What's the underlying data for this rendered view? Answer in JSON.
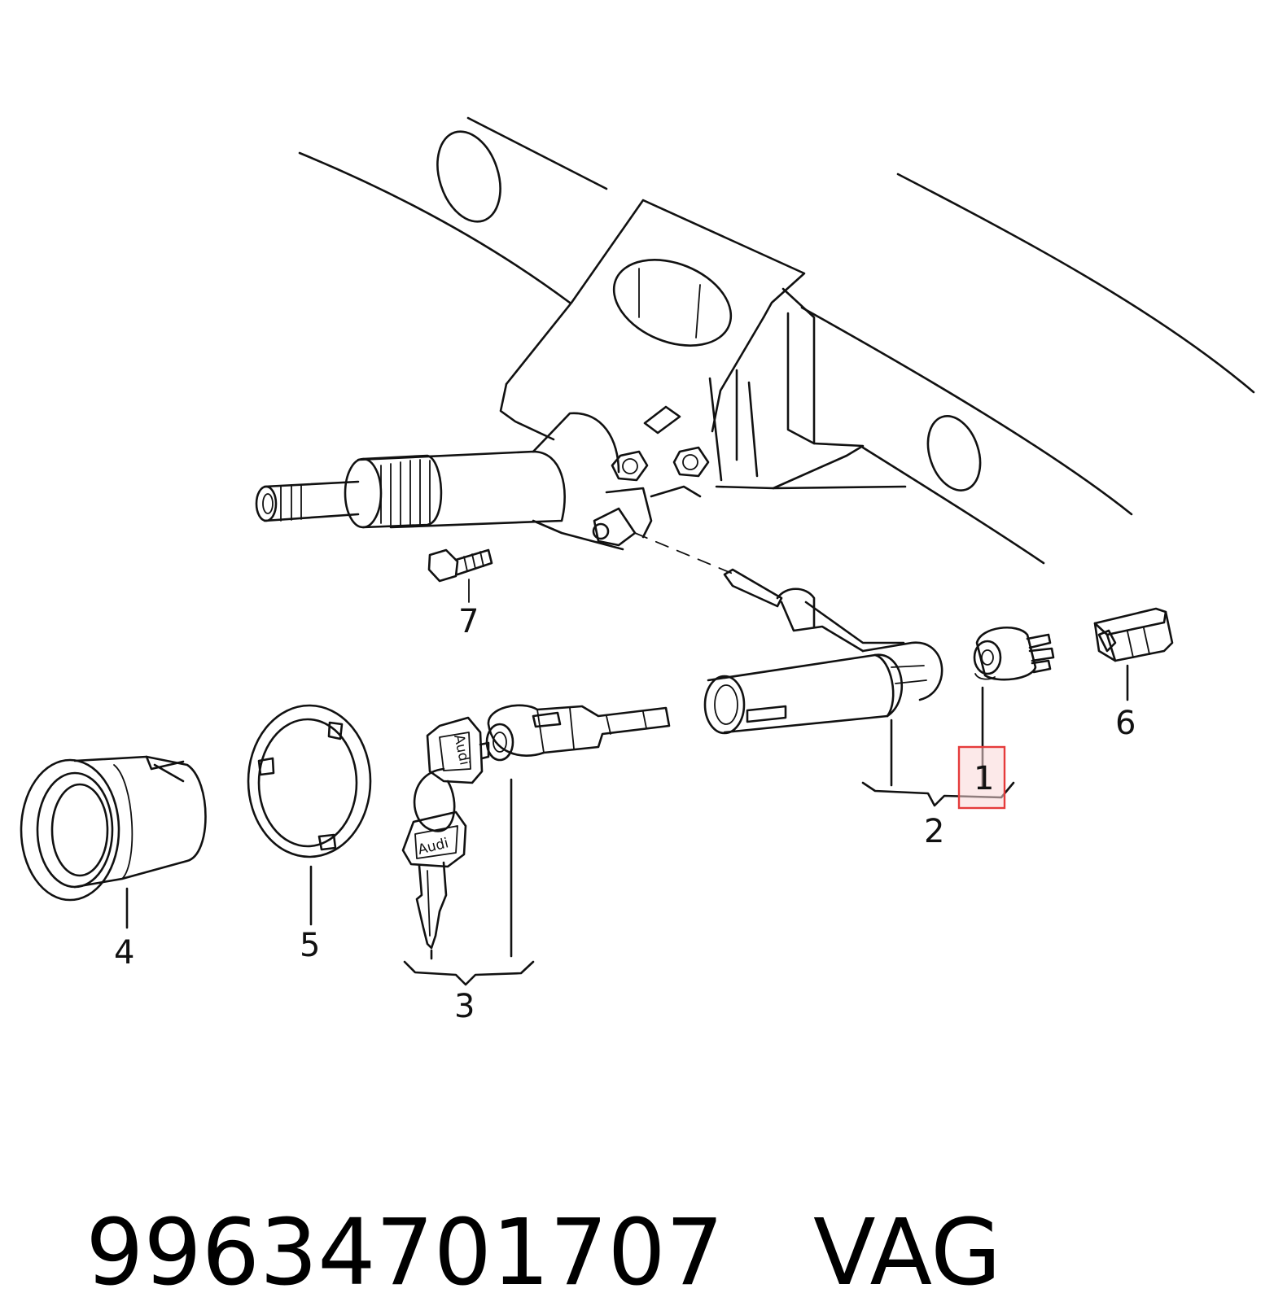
{
  "diagram": {
    "callouts": [
      {
        "id": "1",
        "label": "1",
        "highlighted": true
      },
      {
        "id": "2",
        "label": "2"
      },
      {
        "id": "3",
        "label": "3"
      },
      {
        "id": "4",
        "label": "4"
      },
      {
        "id": "5",
        "label": "5"
      },
      {
        "id": "6",
        "label": "6"
      },
      {
        "id": "7",
        "label": "7"
      }
    ],
    "key_brand": "Audi",
    "highlight_color": "#e53b3b",
    "line_color": "#111111"
  },
  "caption": {
    "part_number": "99634701707",
    "brand": "VAG"
  }
}
